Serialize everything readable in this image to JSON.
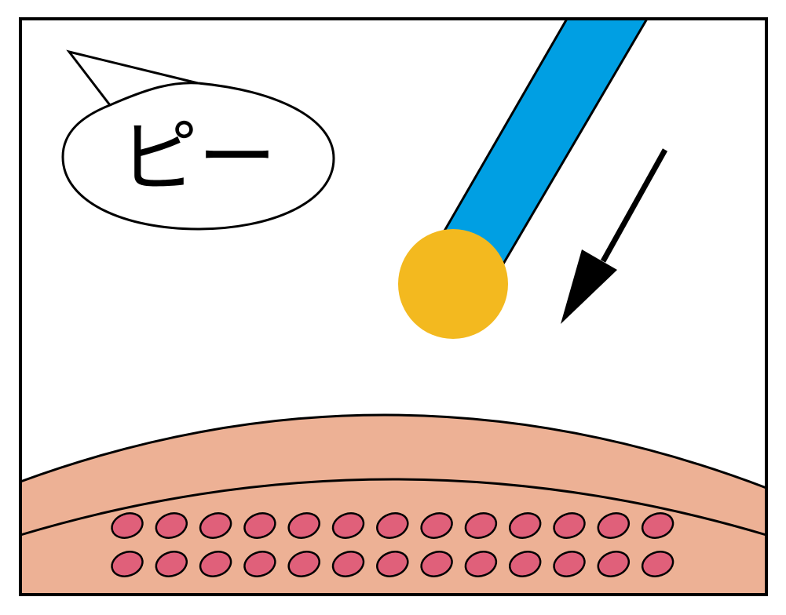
{
  "speech_bubble": {
    "text": "ピー"
  },
  "colors": {
    "frame": "#000000",
    "background": "#ffffff",
    "probe_shaft": "#009fe3",
    "probe_tip": "#f3b91f",
    "skin_layer": "#edb195",
    "cells": "#e0607a",
    "arrow": "#000000"
  },
  "cells": {
    "rows": 2,
    "per_row": 13
  }
}
